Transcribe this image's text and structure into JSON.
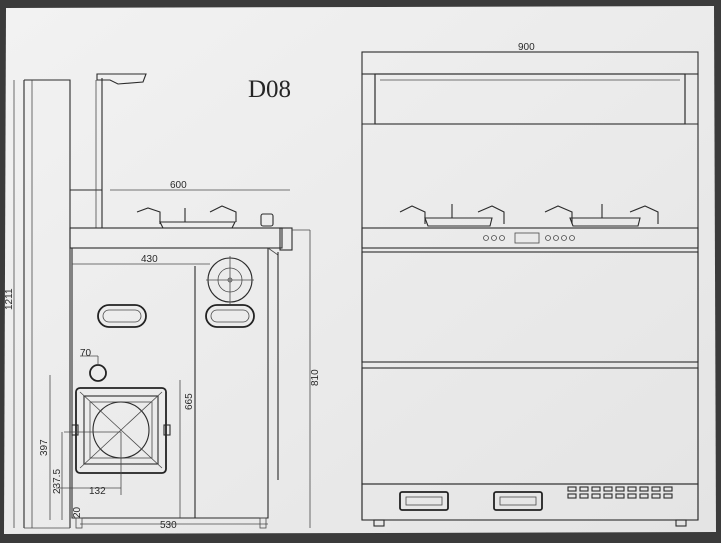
{
  "drawing": {
    "model_label": "D08",
    "side_view": {
      "dim_height_total": "1211",
      "dim_counter_width": "600",
      "dim_inner_width": "430",
      "dim_cabinet_height": "810",
      "dim_door_height": "665",
      "dim_pipe_offset": "70",
      "dim_fan_height": "397",
      "dim_fan_lower": "237.5",
      "dim_fan_center": "132",
      "dim_base_width": "530",
      "dim_foot": "20"
    },
    "front_view": {
      "dim_total_width": "900"
    }
  },
  "colors": {
    "paper": "#ededed",
    "line": "#2b2b2b",
    "frame": "#3b3b3b"
  }
}
